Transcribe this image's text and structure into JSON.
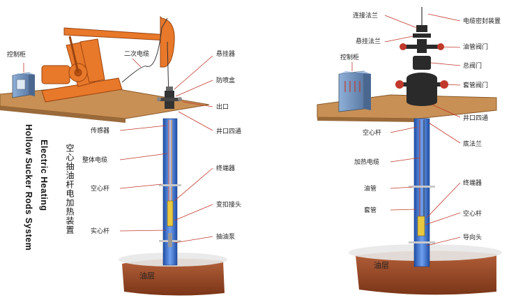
{
  "left": {
    "labels": {
      "control_cabinet": "控制柜",
      "secondary_cable": "二次电缆",
      "suspender": "悬挂器",
      "blowout_preventer": "防喷盒",
      "outlet": "出口",
      "sensor": "传感器",
      "wellhead_cross": "井口四通",
      "integral_cable": "整体电缆",
      "terminator": "终端器",
      "hollow_rod": "空心杆",
      "adapter_joint": "变扣接头",
      "solid_rod": "实心杆",
      "pump": "抽油泵",
      "oil_layer": "油层"
    },
    "title_cn": "空心抽油杆电加热装置",
    "title_en_1": "Electric Heating",
    "title_en_2": "Hollow Sucker Rods System"
  },
  "right": {
    "labels": {
      "connecting_flange": "连接法兰",
      "cable_seal": "电缆密封装置",
      "hanging_flange": "悬挂法兰",
      "tubing_valve": "油管阀门",
      "control_cabinet": "控制柜",
      "master_valve": "总阀门",
      "casing_valve": "套管阀门",
      "wellhead_cross": "井口四通",
      "hollow_rod": "空心杆",
      "bottom_flange": "底法兰",
      "heating_cable": "加热电缆",
      "tubing": "油管",
      "terminator": "终端器",
      "casing": "套管",
      "hollow_rod_2": "空心杆",
      "guide_head": "导向头",
      "oil_layer": "油层"
    }
  },
  "colors": {
    "platform": "#c89055",
    "pumpjack": "#e8782a",
    "pipe": "#3a6fd0",
    "soil": "#a0522d",
    "cabinet": "#6f8fb8",
    "leader": "#c0392b"
  }
}
